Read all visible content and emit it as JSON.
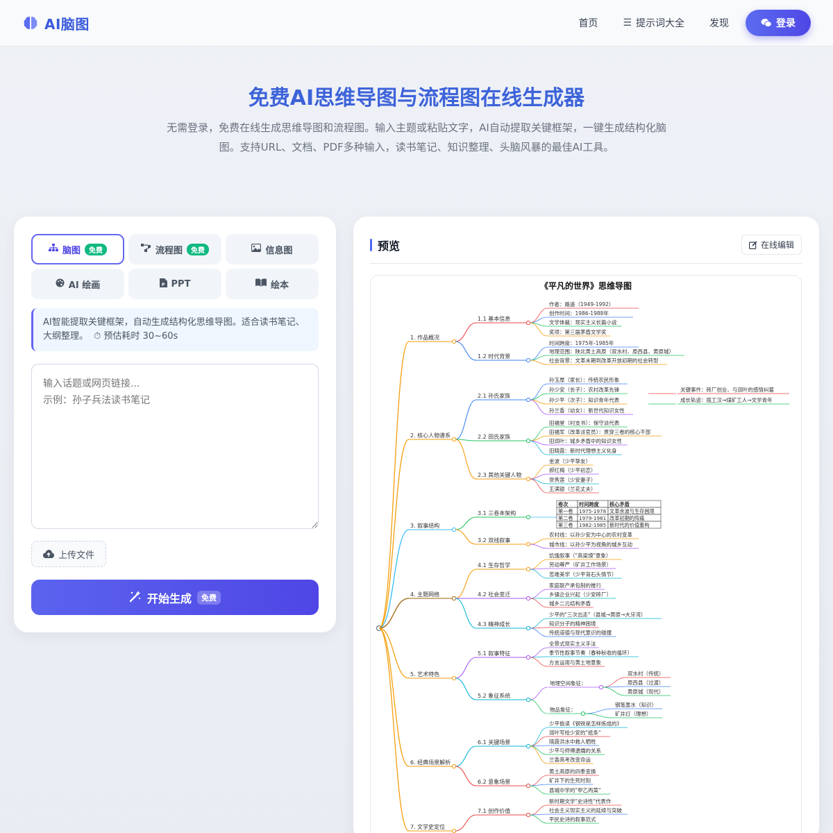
{
  "header": {
    "brand": "AI脑图",
    "nav": [
      "首页",
      "提示词大全",
      "发现"
    ],
    "login_label": "登录",
    "colors": {
      "brand": "#3b5bdb",
      "primary": "#4f46e5"
    }
  },
  "hero": {
    "title": "免费AI思维导图与流程图在线生成器",
    "subtitle": "无需登录，免费在线生成思维导图和流程图。输入主题或粘贴文字，AI自动提取关键框架，一键生成结构化脑图。支持URL、文档、PDF多种输入，读书笔记、知识整理、头脑风暴的最佳AI工具。"
  },
  "tabs": [
    {
      "label": "脑图",
      "badge": "免费",
      "icon": "sitemap-icon",
      "active": true
    },
    {
      "label": "流程图",
      "badge": "免费",
      "icon": "flow-icon",
      "active": false
    },
    {
      "label": "信息图",
      "badge": "",
      "icon": "image-icon",
      "active": false
    },
    {
      "label": "AI 绘画",
      "badge": "",
      "icon": "palette-icon",
      "active": false
    },
    {
      "label": "PPT",
      "badge": "",
      "icon": "ppt-icon",
      "active": false
    },
    {
      "label": "绘本",
      "badge": "",
      "icon": "book-icon",
      "active": false
    }
  ],
  "info": {
    "text": "AI智能提取关键框架，自动生成结构化思维导图。适合读书笔记、大纲整理。",
    "eta": "⏱ 预估耗时 30~60s"
  },
  "input": {
    "placeholder": "输入话题或网页链接...\n示例：孙子兵法读书笔记",
    "value": ""
  },
  "upload_label": "上传文件",
  "generate": {
    "label": "开始生成",
    "badge": "免费"
  },
  "preview": {
    "title": "预览",
    "edit_label": "在线编辑",
    "map_title": "《平凡的世界》思维导图",
    "branches": [
      {
        "label": "1. 作品概况",
        "color": "#f59e0b",
        "subs": [
          {
            "label": "1.1 基本信息",
            "leaves": [
              "作者：路遥（1949-1992）",
              "创作时间：1986-1988年",
              "文学体裁：现实主义长篇小说",
              "奖项：第三届茅盾文学奖"
            ]
          },
          {
            "label": "1.2 时代背景",
            "leaves": [
              "时间跨度：1975年-1985年",
              "地理范围：陕北黄土高原（双水村、原西县、黄原城）",
              "社会背景：文革末期到改革开放初期的社会转型"
            ]
          }
        ]
      },
      {
        "label": "2. 核心人物谱系",
        "color": "#f59e0b",
        "subs": [
          {
            "label": "2.1 孙氏家族",
            "leaves": [
              "孙玉厚（家长）：传统农民形象",
              "孙少安（长子）：农村改革先锋",
              "孙少平（次子）：知识青年代表",
              "孙兰香（幼女）：新世代知识女性"
            ]
          },
          {
            "label": "2.2 田氏家族",
            "leaves": [
              "田福堂（村支书）：保守派代表",
              "田福军（改革派官员）：贯穿三卷的核心干部",
              "田润叶：城乡矛盾中的知识女性",
              "田晓霞：新时代理想主义化身"
            ]
          },
          {
            "label": "2.3 其他关键人物",
            "leaves": [
              "金波（少平挚友）",
              "郝红梅（少平初恋）",
              "贺秀莲（少安妻子）",
              "王满银（兰花丈夫）"
            ]
          }
        ]
      },
      {
        "label": "3. 叙事结构",
        "color": "#38bdf8",
        "subs": [
          {
            "label": "3.1 三卷本架构",
            "leaves": []
          },
          {
            "label": "3.2 双线叙事",
            "leaves": [
              "农村线：以孙少安为中心的农村变革",
              "城市线：以孙少平为视角的城乡互动"
            ]
          }
        ]
      },
      {
        "label": "4. 主题网络",
        "color": "#f59e0b",
        "subs": [
          {
            "label": "4.1 生存哲学",
            "leaves": [
              "饥饿叙事（\"高粱馍\"意象）",
              "劳动尊严（矿井工作场景）",
              "苦难美学（少平背石头情节）"
            ]
          },
          {
            "label": "4.2 社会变迁",
            "leaves": [
              "家庭联产承包制的推行",
              "乡镇企业兴起（少安砖厂）",
              "城乡二元结构矛盾"
            ]
          },
          {
            "label": "4.3 精神成长",
            "leaves": [
              "少平的\"三次出走\"（县城→黄原→大牙湾）",
              "知识分子的精神困境",
              "传统道德与现代意识的碰撞"
            ]
          }
        ]
      },
      {
        "label": "5. 艺术特色",
        "color": "#f59e0b",
        "subs": [
          {
            "label": "5.1 叙事特征",
            "leaves": [
              "全景式现实主义手法",
              "季节性叙事节奏（春种秋收的循环）",
              "方言运用与黄土地意象"
            ]
          },
          {
            "label": "5.2 象征系统",
            "leaves": []
          }
        ]
      },
      {
        "label": "6. 经典场景解析",
        "color": "#f59e0b",
        "subs": [
          {
            "label": "6.1 关键场景",
            "leaves": [
              "少平偷读《钢铁是怎样炼成的》",
              "润叶写给少安的\"纸条\"",
              "晓霞洪水中救人牺牲",
              "少平与师傅遗孀的关系",
              "兰香高考改变命运"
            ]
          },
          {
            "label": "6.2 意象场景",
            "leaves": [
              "黄土高原的四季变换",
              "矿井下的生死时刻",
              "县城中学的\"甲乙丙菜\""
            ]
          }
        ]
      },
      {
        "label": "7. 文学史定位",
        "color": "#f59e0b",
        "subs": [
          {
            "label": "7.1 创作价值",
            "leaves": [
              "新时期文学\"史诗性\"代表作",
              "社会主义现实主义的延续与突破",
              "平民史诗的叙事范式"
            ]
          }
        ]
      }
    ],
    "volume_table": {
      "headers": [
        "卷次",
        "时间跨度",
        "核心矛盾"
      ],
      "rows": [
        [
          "第一卷",
          "1975-1978",
          "文革余波与生存困境"
        ],
        [
          "第二卷",
          "1979-1981",
          "改革初期的阵痛"
        ],
        [
          "第三卷",
          "1982-1985",
          "新时代的价值重构"
        ]
      ]
    },
    "symbol_system": {
      "place_label": "地理空间象征：",
      "places": [
        "双水村（传统）",
        "原西县（过渡）",
        "黄原城（现代）"
      ],
      "object_label": "物品象征：",
      "objects": [
        "钢笔墨水（知识）",
        "矿井灯（理想）"
      ]
    }
  }
}
